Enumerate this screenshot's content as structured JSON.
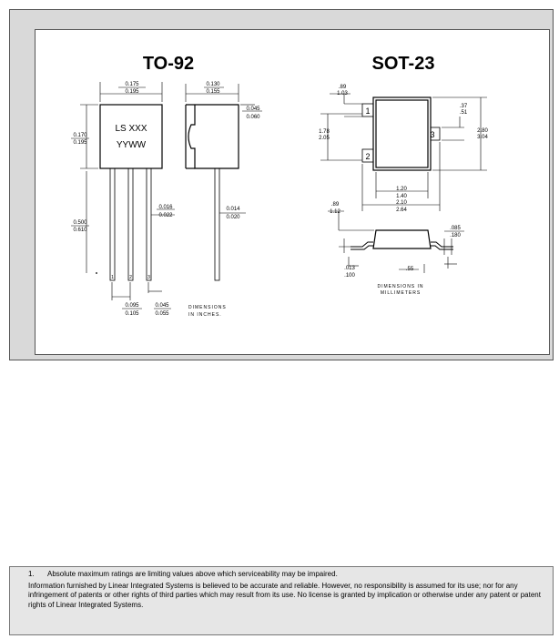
{
  "drawing": {
    "to92_title": "TO-92",
    "sot23_title": "SOT-23",
    "to92": {
      "marking_line1": "LS XXX",
      "marking_line2": "YYWW",
      "dim_width": [
        "0.175",
        "0.195"
      ],
      "dim_body_height": [
        "0.170",
        "0.195"
      ],
      "dim_side_depth": [
        "0.130",
        "0.155"
      ],
      "dim_tab": [
        "0.045",
        "0.060"
      ],
      "dim_lead_width": [
        "0.016",
        "0.022"
      ],
      "dim_lead_thickness": [
        "0.014",
        "0.020"
      ],
      "dim_lead_length": [
        "0.500",
        "0.610"
      ],
      "dim_pitch": [
        "0.095",
        "0.105"
      ],
      "dim_pitch2": [
        "0.045",
        "0.055"
      ],
      "pin_labels": [
        "1",
        "2",
        "3"
      ],
      "units_note": [
        "DIMENSIONS",
        "IN INCHES."
      ]
    },
    "sot23": {
      "pins": [
        "1",
        "2",
        "3"
      ],
      "dim_pad_top": [
        ".89",
        "1.03"
      ],
      "dim_pad_right": [
        ".37",
        ".51"
      ],
      "dim_height_left": [
        "1.78",
        "2.05"
      ],
      "dim_height_right": [
        "2.80",
        "3.04"
      ],
      "dim_body": [
        "1.20",
        "1.40"
      ],
      "dim_span": [
        "2.10",
        "2.64"
      ],
      "dim_side_thick": [
        ".89",
        "1.12"
      ],
      "dim_lead_foot": [
        ".085",
        ".180"
      ],
      "dim_standoff": [
        ".013",
        ".100"
      ],
      "dim_gullwing": ".55",
      "units_note": [
        "DIMENSIONS IN",
        "MILLIMETERS"
      ]
    }
  },
  "notes": {
    "note1_number": "1.",
    "note1_text": "Absolute maximum ratings are limiting values above which serviceability may be impaired.",
    "disclaimer": "Information furnished by Linear Integrated Systems is believed to be accurate and reliable.  However, no responsibility is assumed for its use; nor for any infringement of patents or other rights of third parties which may result from its use.  No license is granted by implication or otherwise under any patent or patent rights of Linear Integrated Systems."
  }
}
